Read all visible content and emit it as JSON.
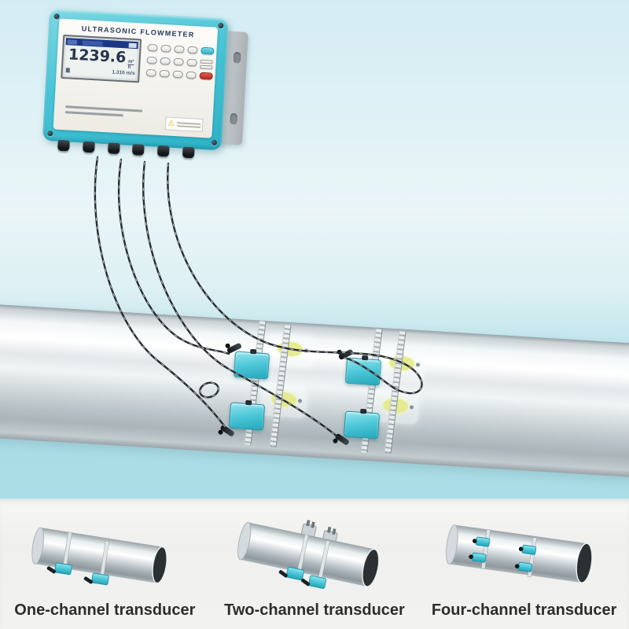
{
  "device": {
    "title": "ULTRASONIC FLOWMETER",
    "lcd": {
      "main_value": "1239.6",
      "unit_top": "m³",
      "unit_bottom": "h",
      "secondary_value": "1.316 m/s"
    }
  },
  "products": [
    {
      "label": "One-channel transducer"
    },
    {
      "label": "Two-channel transducer"
    },
    {
      "label": "Four-channel transducer"
    }
  ],
  "colors": {
    "accent_teal": "#45c3d5",
    "lcd_text": "#26344f",
    "run_key_teal": "#2fb4c8",
    "enter_key_red": "#c2362e",
    "background_top": "#d3ecf3",
    "background_bottom": "#a9dce5",
    "strip_background": "#f1f1ef"
  }
}
